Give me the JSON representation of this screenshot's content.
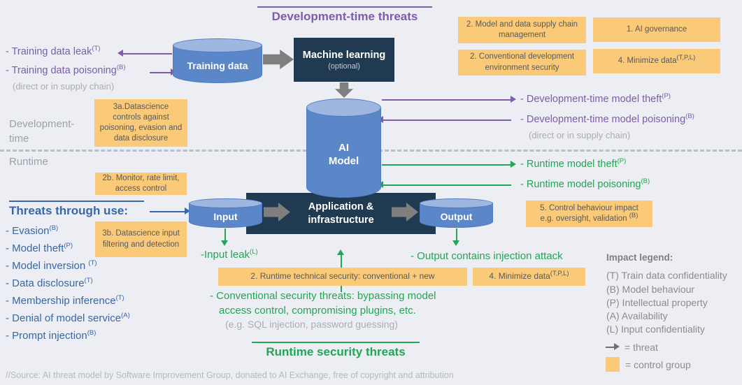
{
  "colors": {
    "background": "#eceef3",
    "purple": "#7b5ea7",
    "green": "#24a455",
    "blue": "#3866a8",
    "orange_control": "#fbca78",
    "navy": "#203a52",
    "cylinder_body": "#5b87c8",
    "cylinder_top": "#9fb6e0",
    "gray_arrow": "#7f7f7f"
  },
  "header": {
    "dev_title": "Development-time threats",
    "runtime_title": "Runtime security threats",
    "use_title": "Threats through use:"
  },
  "phase": {
    "dev_line1": "Development-",
    "dev_line2": "time",
    "runtime": "Runtime"
  },
  "nodes": {
    "training_data": "Training data",
    "machine_learning": "Machine learning",
    "ml_optional": "(optional)",
    "ai_model_line1": "AI",
    "ai_model_line2": "Model",
    "application_line1": "Application &",
    "application_line2": "infrastructure",
    "input": "Input",
    "output": "Output"
  },
  "controls": {
    "supply_chain": "2. Model and data supply chain management",
    "governance": "1. AI governance",
    "conv_dev_env": "2. Conventional development environment security",
    "minimize_dev": {
      "text": "4. Minimize data",
      "sup": "(T,P,L)"
    },
    "datascience_dev": "3a.Datascience controls against poisoning, evasion and data disclosure",
    "monitor": "2b. Monitor, rate limit, access control",
    "datascience_input": "3b. Datascience input filtering and detection",
    "behaviour": {
      "line1": "5. Control behaviour impact",
      "line2": "e.g. oversight, validation ",
      "sup": "(B)"
    },
    "runtime_tech": "2. Runtime technical security: conventional + new",
    "minimize_runtime": {
      "text": "4. Minimize data",
      "sup": "(T,P,L)"
    }
  },
  "threats": {
    "training_leak": {
      "text": "- Training data leak",
      "sup": "(T)"
    },
    "training_poisoning": {
      "text": "- Training data poisoning",
      "sup": "(B)"
    },
    "supply_note_left": "(direct or in supply chain)",
    "dev_theft": {
      "text": "- Development-time model theft",
      "sup": "(P)"
    },
    "dev_poisoning": {
      "text": "- Development-time model poisoning",
      "sup": "(B)"
    },
    "supply_note_right": "(direct or in supply chain)",
    "runtime_theft": {
      "text": "- Runtime model theft",
      "sup": "(P)"
    },
    "runtime_poisoning": {
      "text": "- Runtime model poisoning",
      "sup": "(B)"
    },
    "use_list": [
      {
        "text": "- Evasion",
        "sup": "(B)"
      },
      {
        "text": "- Model theft",
        "sup": "(P)"
      },
      {
        "text": "- Model inversion ",
        "sup": "(T)"
      },
      {
        "text": "- Data disclosure",
        "sup": "(T)"
      },
      {
        "text": "- Membership inference",
        "sup": "(T)"
      },
      {
        "text": "- Denial of model service",
        "sup": "(A)"
      },
      {
        "text": "- Prompt injection",
        "sup": "(B)"
      }
    ],
    "input_leak": {
      "text": "-Input leak",
      "sup": "(L)"
    },
    "output_injection": "- Output contains injection attack",
    "conventional_line1": "- Conventional security threats: bypassing model",
    "conventional_line2": "access control, compromising plugins, etc.",
    "conventional_note": "(e.g. SQL injection, password guessing)"
  },
  "legend": {
    "title": "Impact legend:",
    "items": [
      "(T) Train data confidentiality",
      "(B) Model behaviour",
      "(P) Intellectual property",
      "(A) Availability",
      "(L) Input confidentiality"
    ],
    "threat_label": "= threat",
    "control_label": "= control group"
  },
  "source": "//Source: AI threat model by Software Improvement Group, donated to AI Exchange, free of copyright and attribution"
}
